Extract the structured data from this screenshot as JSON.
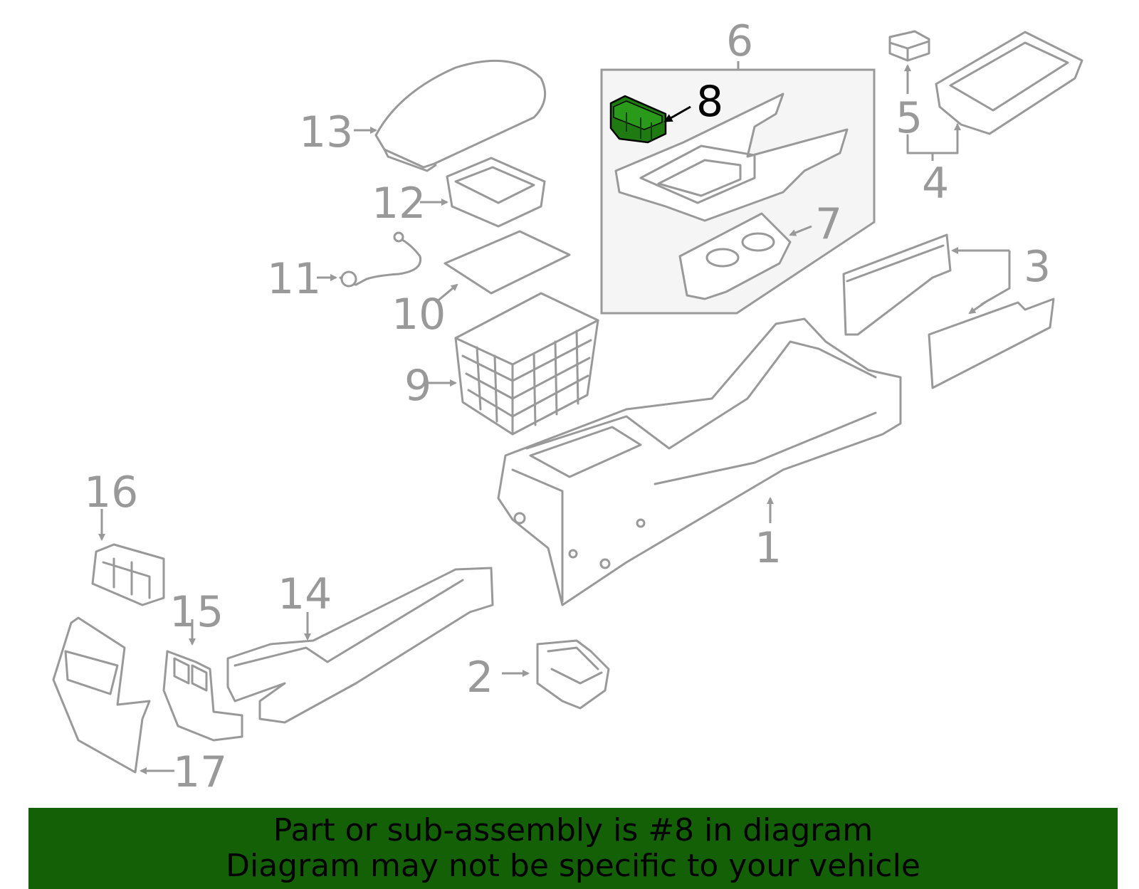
{
  "diagram": {
    "highlight_color": "#1f7a12",
    "highlighted_part": "8",
    "callouts": [
      "1",
      "2",
      "3",
      "4",
      "5",
      "6",
      "7",
      "8",
      "9",
      "10",
      "11",
      "12",
      "13",
      "14",
      "15",
      "16",
      "17"
    ]
  },
  "banner": {
    "line1": "Part or sub-assembly is #8 in diagram",
    "line2": "Diagram may not be specific to your vehicle",
    "background": "#136007"
  }
}
